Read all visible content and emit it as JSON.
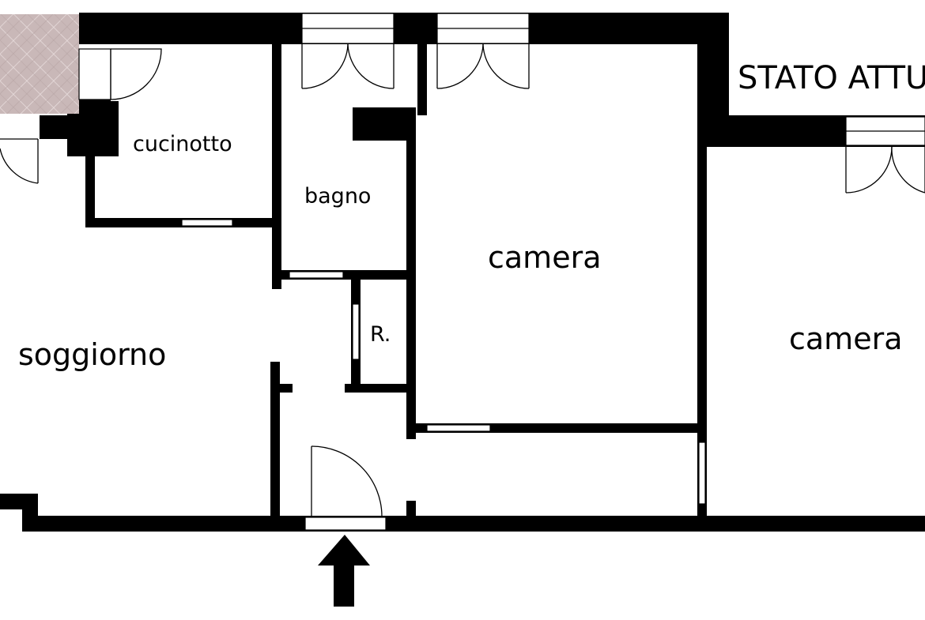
{
  "plan": {
    "title": "STATO ATTU",
    "rooms": [
      {
        "id": "cucinotto",
        "label": "cucinotto"
      },
      {
        "id": "bagno",
        "label": "bagno"
      },
      {
        "id": "camera1",
        "label": "camera"
      },
      {
        "id": "camera2",
        "label": "camera"
      },
      {
        "id": "soggiorno",
        "label": "soggiorno"
      },
      {
        "id": "ripostiglio",
        "label": "R."
      }
    ],
    "colors": {
      "wall": "#000000",
      "background": "#ffffff",
      "tile": "#c9b8b8",
      "tile_line": "#e9dede"
    },
    "icons": [
      "entrance-arrow-icon"
    ]
  }
}
